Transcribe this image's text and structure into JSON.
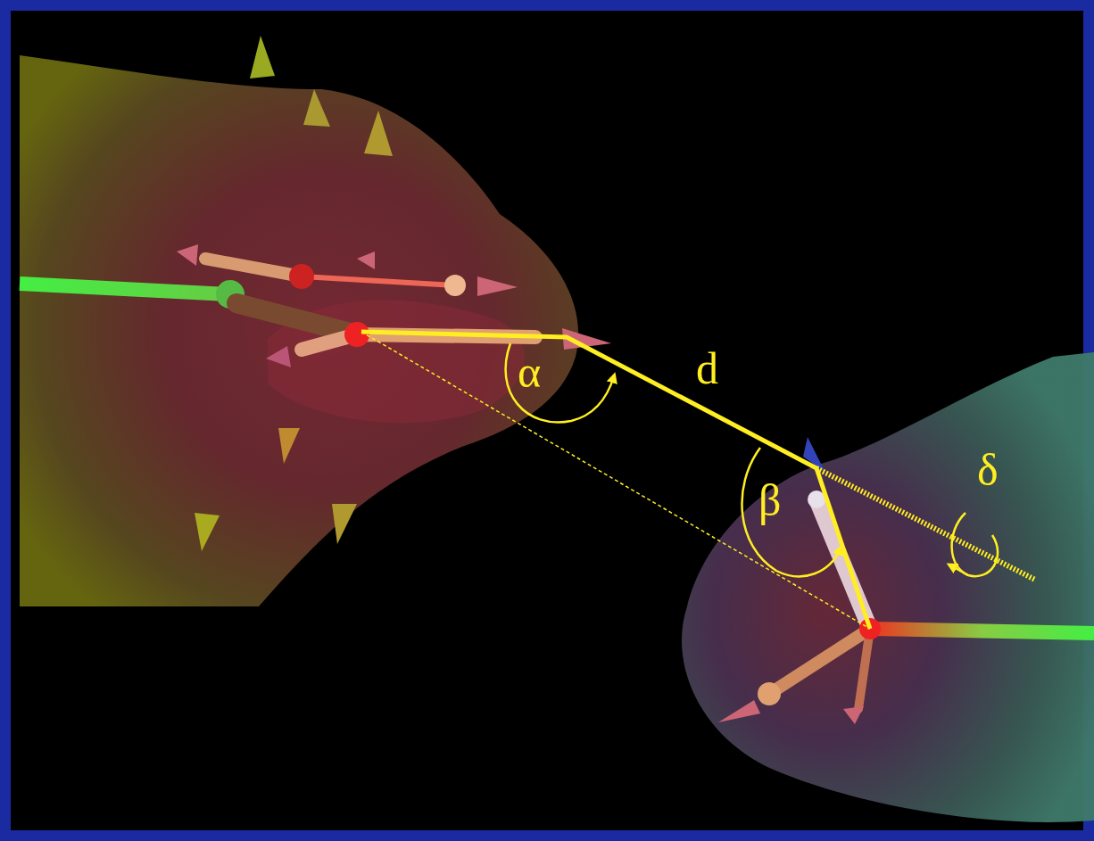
{
  "diagram": {
    "labels": [
      "α",
      "d",
      "β",
      "δ"
    ]
  }
}
